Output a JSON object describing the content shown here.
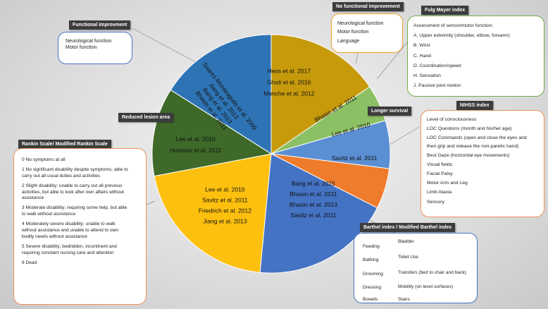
{
  "chart_data": {
    "type": "pie",
    "slices": [
      {
        "key": "noFunctional",
        "value": 15.5,
        "color": "#c79a0c",
        "labels": [
          "Hess et al. 2017",
          "Ghali et al. 2016",
          "Monche et al. 2012"
        ]
      },
      {
        "key": "fulg",
        "value": 5,
        "color": "#8cc064",
        "labels": [
          "Bhasin et al. 2011"
        ]
      },
      {
        "key": "longerSurvival",
        "value": 6.5,
        "color": "#5b8fd4",
        "labels": [
          "Lee et al. 2010"
        ]
      },
      {
        "key": "nihss",
        "value": 5.5,
        "color": "#ee7c2c",
        "labels": [
          "Savitz et al. 2011"
        ]
      },
      {
        "key": "barthel",
        "value": 19,
        "color": "#4473c4",
        "labels": [
          "Bang et al. 2015",
          "Bhasin et al. 2011",
          "Bhasin et al. 2013",
          "Savitz et al. 2011"
        ]
      },
      {
        "key": "rankin",
        "value": 20.5,
        "color": "#fec00f",
        "labels": [
          "Lee et al. 2010",
          "Savitz et al. 2011",
          "Friedrich et al. 2012",
          "Jiang et al. 2013"
        ]
      },
      {
        "key": "reducedLesion",
        "value": 12,
        "color": "#3e6929",
        "labels": [
          "Lee et al. 2010",
          "Honmou et al. 2011"
        ]
      },
      {
        "key": "functional",
        "value": 16,
        "color": "#2e74b5",
        "labels": [
          "Suarez-Monteagudo et al. 2009",
          "Jiang et al. 2013",
          "Bang et al. 2013",
          "Bhasin et al. 2011"
        ]
      }
    ]
  },
  "categories": {
    "functional": {
      "title": "Functional improvment",
      "items": [
        "Neurological function",
        "Motor function"
      ]
    },
    "noFunctional": {
      "title": "No functional improvement",
      "items": [
        "Neurological function",
        "Motor function",
        "Language"
      ]
    },
    "fulg": {
      "title": "Fulg Mayer index",
      "items": [
        "Assessment of sensorimotor function:",
        "A. Upper extremity (shoulder, elbow, forearm)",
        "B. Wrist",
        "C. Hand",
        "D. Coordination/speed",
        "H. Sensation",
        "J. Passive joint motion"
      ]
    },
    "longerSurvival": {
      "title": "Longer survival"
    },
    "nihss": {
      "title": "NIHSS index",
      "items": [
        "Level of consciousness",
        "LOC Questions (month and his/her age)",
        "LOC Commands (open and close the eyes and",
        "then grip and release the non-paretic hand)",
        "Best Gaze (horizontal eye movements)",
        "Visual fields",
        "Facial Palsy",
        "Motor Arm and Leg",
        "Limb Ataxia",
        "Sensory"
      ]
    },
    "reducedLesion": {
      "title": "Reduced lesion area"
    },
    "rankin": {
      "title": "Rankin Scale/ Modified Rankin Scale",
      "items": [
        "0 No symptoms at all",
        "1 No significant disability despite symptoms; able to",
        "carry out all usual duties and activities",
        "2 Slight disability; unable to carry out all previous",
        "activities, but able to look after own affairs without",
        "assistance",
        "3 Moderate disability; requiring some help, but able",
        "to walk without assistance",
        "4 Moderately severe disability; unable to walk",
        "without assistance and unable to attend to own",
        "bodily needs without assistance",
        "5 Severe disability; bedridden, incontinent and",
        "requiring constant nursing care and attention",
        "6 Dead"
      ]
    },
    "barthel": {
      "title": "Barthel index /  Modified Barthel index",
      "left": [
        "Feeding",
        "Bathing",
        "Grooming",
        "Dressing",
        "Bowels"
      ],
      "right": [
        "Bladder",
        "Toilet Use",
        "Transfers (bed to chair and back)",
        "Mobility (on level surfaces)",
        "Stairs"
      ]
    }
  }
}
